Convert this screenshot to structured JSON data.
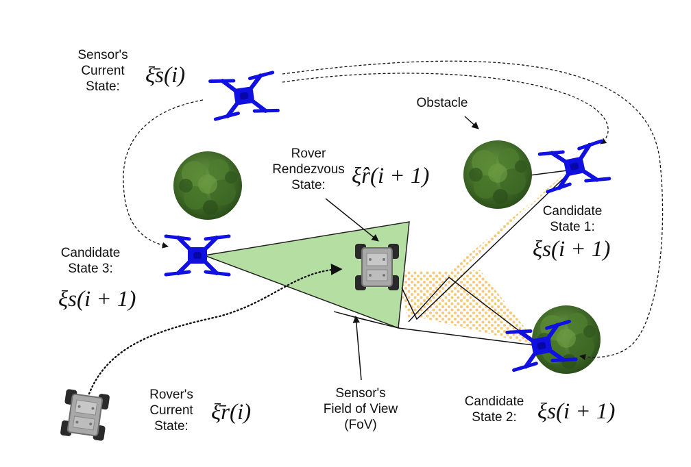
{
  "labels": {
    "sensor_current": [
      "Sensor's",
      "Current",
      "State:"
    ],
    "sensor_current_expr": "ξ̄s(i)",
    "rover_rendezvous": [
      "Rover",
      "Rendezvous",
      "State:"
    ],
    "rover_rendezvous_expr": "ξ̂r(i + 1)",
    "obstacle": "Obstacle",
    "candidate1": [
      "Candidate",
      "State 1:"
    ],
    "candidate1_expr": "ξs(i + 1)",
    "candidate3": [
      "Candidate",
      "State 3:"
    ],
    "candidate3_expr": "ξs(i + 1)",
    "candidate2": [
      "Candidate",
      "State 2:"
    ],
    "candidate2_expr": "ξs(i + 1)",
    "rover_current": [
      "Rover's",
      "Current",
      "State:"
    ],
    "rover_current_expr": "ξ̄r(i)",
    "fov": [
      "Sensor's",
      "Field of View",
      "(FoV)"
    ]
  },
  "colors": {
    "drone": "#1010e0",
    "fov_fill": "#b5dfa2",
    "fov_dots": "#f6c978",
    "tree_dark": "#2f5a1e",
    "tree_light": "#5e8f3a",
    "rover_body": "#9a9a9a",
    "rover_wheel": "#2a2a2a"
  },
  "icons": [
    "drone-icon",
    "tree-icon",
    "rover-icon"
  ]
}
